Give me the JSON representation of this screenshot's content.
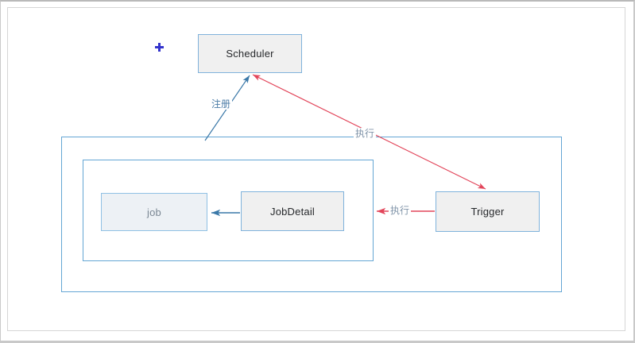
{
  "diagram": {
    "title_text": "",
    "nodes": [
      {
        "id": "scheduler",
        "label": "Scheduler"
      },
      {
        "id": "job",
        "label": "job"
      },
      {
        "id": "jobdetail",
        "label": "JobDetail"
      },
      {
        "id": "trigger",
        "label": "Trigger"
      }
    ],
    "containers": [
      {
        "id": "outer-container",
        "label": ""
      },
      {
        "id": "inner-container",
        "label": ""
      }
    ],
    "edges": [
      {
        "id": "register",
        "label": "注册",
        "from": "outer-container",
        "to": "scheduler",
        "color": "#4a7ba6",
        "style": "solid",
        "arrow": "to"
      },
      {
        "id": "execute-diagonal",
        "label": "执行",
        "from": "scheduler",
        "to": "trigger",
        "color": "#e2455a",
        "style": "solid",
        "arrow": "both"
      },
      {
        "id": "execute-trigger",
        "label": "执行",
        "from": "trigger",
        "to": "inner-container",
        "color": "#e2455a",
        "style": "solid",
        "arrow": "to"
      },
      {
        "id": "jobdetail-job",
        "label": "",
        "from": "jobdetail",
        "to": "job",
        "color": "#3a78a8",
        "style": "solid",
        "arrow": "to"
      }
    ],
    "markers": [
      {
        "id": "plus",
        "name": "plus-marker",
        "color": "#3333cc"
      }
    ],
    "colors": {
      "node_fill": "#f0f0f0",
      "node_border": "#7fb2db",
      "soft_node_fill": "#edf1f5",
      "soft_node_text": "#7b8794",
      "container_border": "#64a6d4",
      "blue_edge": "#3a78a8",
      "red_edge": "#e2455a",
      "label_blue": "#4a7ba6",
      "label_muted": "#7f93a8",
      "page_background": "#ffffff",
      "frame_border": "#c9c9c9"
    }
  }
}
